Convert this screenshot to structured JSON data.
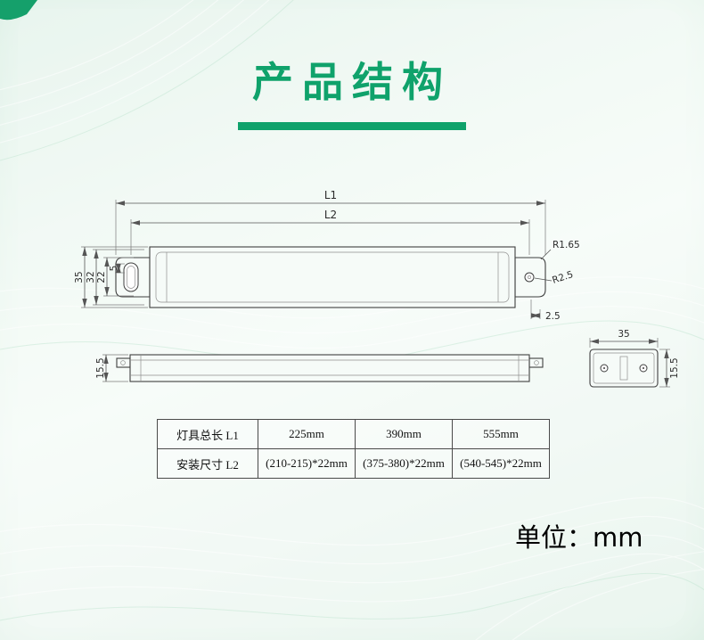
{
  "accent_color": "#0fa26b",
  "title": "产品结构",
  "unit_label": "单位：mm",
  "drawing": {
    "top_view": {
      "l1": "L1",
      "l2": "L2",
      "height_total": "35",
      "height_inner": "32",
      "slot_height": "22",
      "slot_top": "5",
      "corner_radius": "R1.65",
      "hole_radius": "R2.5",
      "tab_offset": "2.5"
    },
    "side_view": {
      "height": "15.5"
    },
    "end_view": {
      "width": "35",
      "height": "15.5"
    }
  },
  "table": {
    "rows": [
      {
        "label": "灯具总长 L1",
        "values": [
          "225mm",
          "390mm",
          "555mm"
        ]
      },
      {
        "label": "安装尺寸 L2",
        "values": [
          "(210-215)*22mm",
          "(375-380)*22mm",
          "(540-545)*22mm"
        ]
      }
    ]
  }
}
